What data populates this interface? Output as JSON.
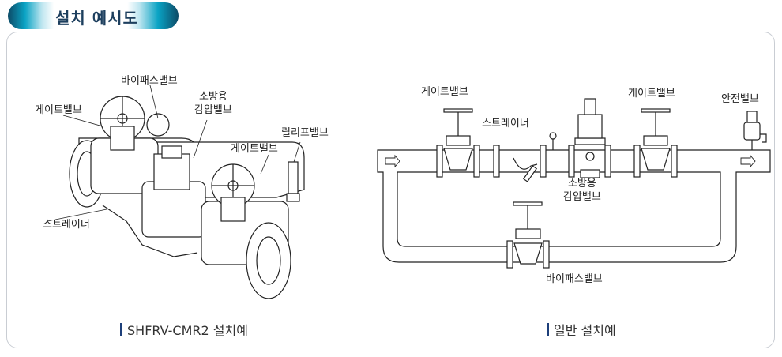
{
  "header": {
    "title": "설치 예시도"
  },
  "left_diagram": {
    "labels": {
      "bypass_valve": "바이패스밸브",
      "gate_valve_1": "게이트밸브",
      "prv_line1": "소방용",
      "prv_line2": "감압밸브",
      "relief_valve": "릴리프밸브",
      "gate_valve_2": "게이트밸브",
      "strainer": "스트레이너"
    },
    "caption": "SHFRV-CMR2 설치예"
  },
  "right_diagram": {
    "labels": {
      "gate_valve_1": "게이트밸브",
      "strainer": "스트레이너",
      "gate_valve_2": "게이트밸브",
      "safety_valve": "안전밸브",
      "prv_line1": "소방용",
      "prv_line2": "감압밸브",
      "bypass_valve": "바이패스밸브"
    },
    "caption": "일반 설치예"
  },
  "colors": {
    "accent": "#0aa3c4",
    "title": "#1d3f5e",
    "caption_bar": "#1d3f7a"
  }
}
